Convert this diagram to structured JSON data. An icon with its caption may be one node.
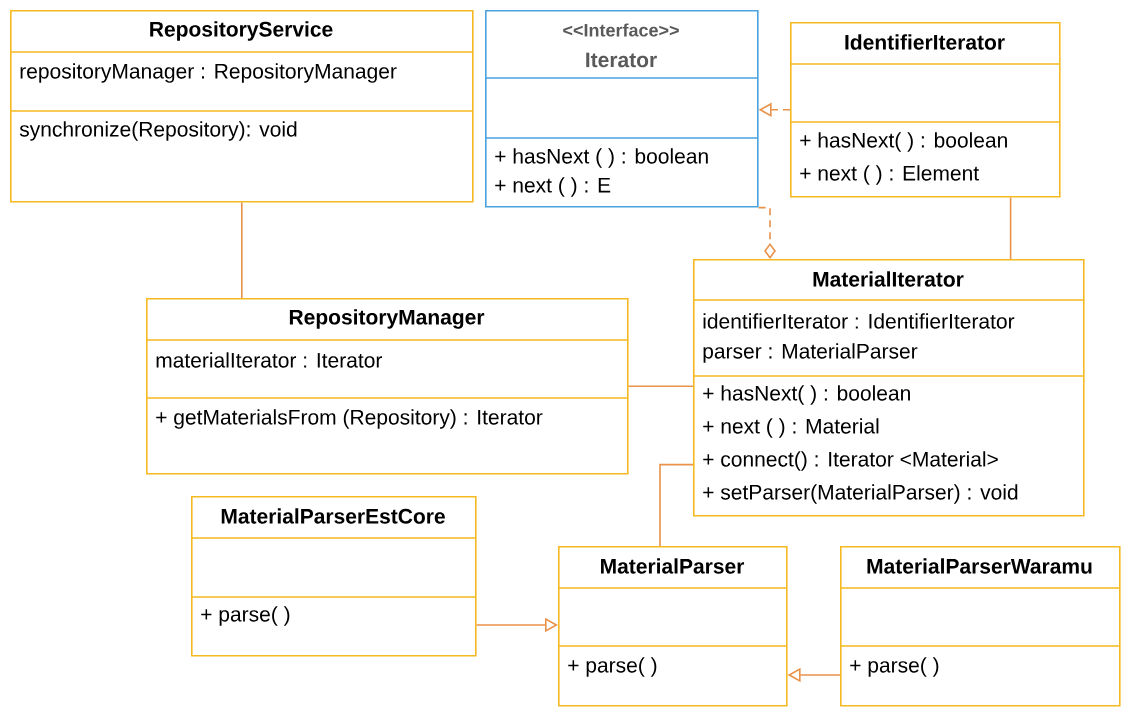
{
  "diagram": {
    "nodes": [
      {
        "text": [
          "RepositoryService",
          "repositoryManager : RepositoryManager",
          "synchronize(Repository): void"
        ]
      },
      {
        "text": [
          "<<Interface>>",
          "Iterator",
          "+ hasNext ( ) : boolean",
          "+ next ( ) : E"
        ]
      },
      {
        "text": [
          "IdentifierIterator",
          "+ hasNext( ) : boolean",
          "+ next ( ) : Element"
        ]
      },
      {
        "text": [
          "RepositoryManager",
          "materialIterator : Iterator",
          "+ getMaterialsFrom (Repository) : Iterator"
        ]
      },
      {
        "text": [
          "MaterialIterator",
          "identifierIterator : IdentifierIterator",
          "parser : MaterialParser",
          "+ hasNext( ) : boolean",
          "+ next ( ) : Material",
          "+ connect() : Iterator <Material>",
          "+ setParser(MaterialParser) : void"
        ]
      },
      {
        "text": [
          "MaterialParserEstCore",
          "+ parse( )"
        ]
      },
      {
        "text": [
          "MaterialParser",
          "+ parse( )"
        ]
      },
      {
        "text": [
          "MaterialParserWaramu",
          "+ parse( )"
        ]
      }
    ],
    "edges": [
      {
        "from": 0,
        "to": 3,
        "arrow": "none"
      },
      {
        "from": 2,
        "to": 1,
        "arrow": "to",
        "style": "dashed"
      },
      {
        "from": 1,
        "to": 4,
        "arrow": "other",
        "style": "dashed"
      },
      {
        "from": 2,
        "to": 4,
        "arrow": "none"
      },
      {
        "from": 3,
        "to": 4,
        "arrow": "none"
      },
      {
        "from": 4,
        "to": 6,
        "arrow": "none"
      },
      {
        "from": 5,
        "to": 6,
        "arrow": "to"
      },
      {
        "from": 7,
        "to": 6,
        "arrow": "to"
      }
    ]
  }
}
